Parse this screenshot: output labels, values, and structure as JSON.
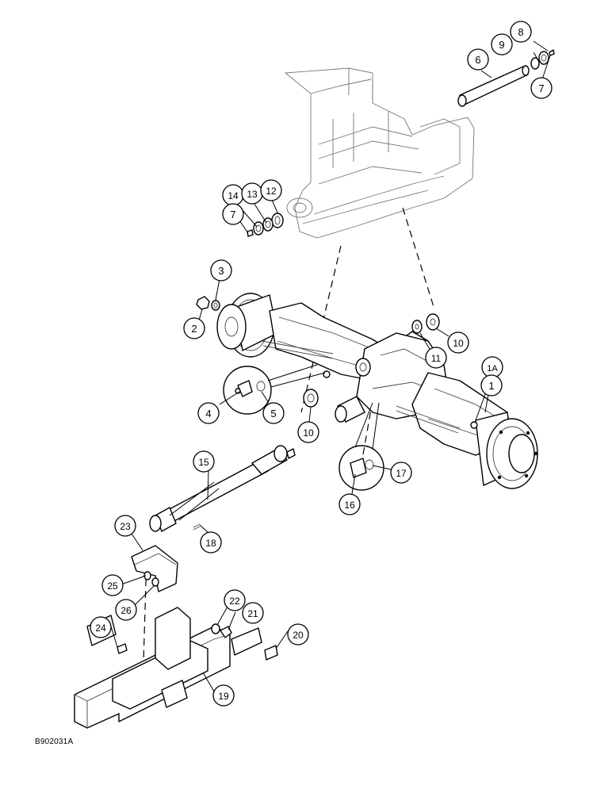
{
  "drawing_ref": "B902031A",
  "callouts": [
    {
      "id": "c8",
      "label": "8"
    },
    {
      "id": "c9",
      "label": "9"
    },
    {
      "id": "c6",
      "label": "6"
    },
    {
      "id": "c7a",
      "label": "7"
    },
    {
      "id": "c14",
      "label": "14"
    },
    {
      "id": "c13",
      "label": "13"
    },
    {
      "id": "c12",
      "label": "12"
    },
    {
      "id": "c7b",
      "label": "7"
    },
    {
      "id": "c3",
      "label": "3"
    },
    {
      "id": "c2",
      "label": "2"
    },
    {
      "id": "c11",
      "label": "11"
    },
    {
      "id": "c10a",
      "label": "10"
    },
    {
      "id": "c1A",
      "label": "1A"
    },
    {
      "id": "c1",
      "label": "1"
    },
    {
      "id": "c4",
      "label": "4"
    },
    {
      "id": "c5",
      "label": "5"
    },
    {
      "id": "c10b",
      "label": "10"
    },
    {
      "id": "c15",
      "label": "15"
    },
    {
      "id": "c17",
      "label": "17"
    },
    {
      "id": "c16",
      "label": "16"
    },
    {
      "id": "c18",
      "label": "18"
    },
    {
      "id": "c23",
      "label": "23"
    },
    {
      "id": "c25",
      "label": "25"
    },
    {
      "id": "c26",
      "label": "26"
    },
    {
      "id": "c22",
      "label": "22"
    },
    {
      "id": "c21",
      "label": "21"
    },
    {
      "id": "c24",
      "label": "24"
    },
    {
      "id": "c20",
      "label": "20"
    },
    {
      "id": "c19",
      "label": "19"
    }
  ]
}
